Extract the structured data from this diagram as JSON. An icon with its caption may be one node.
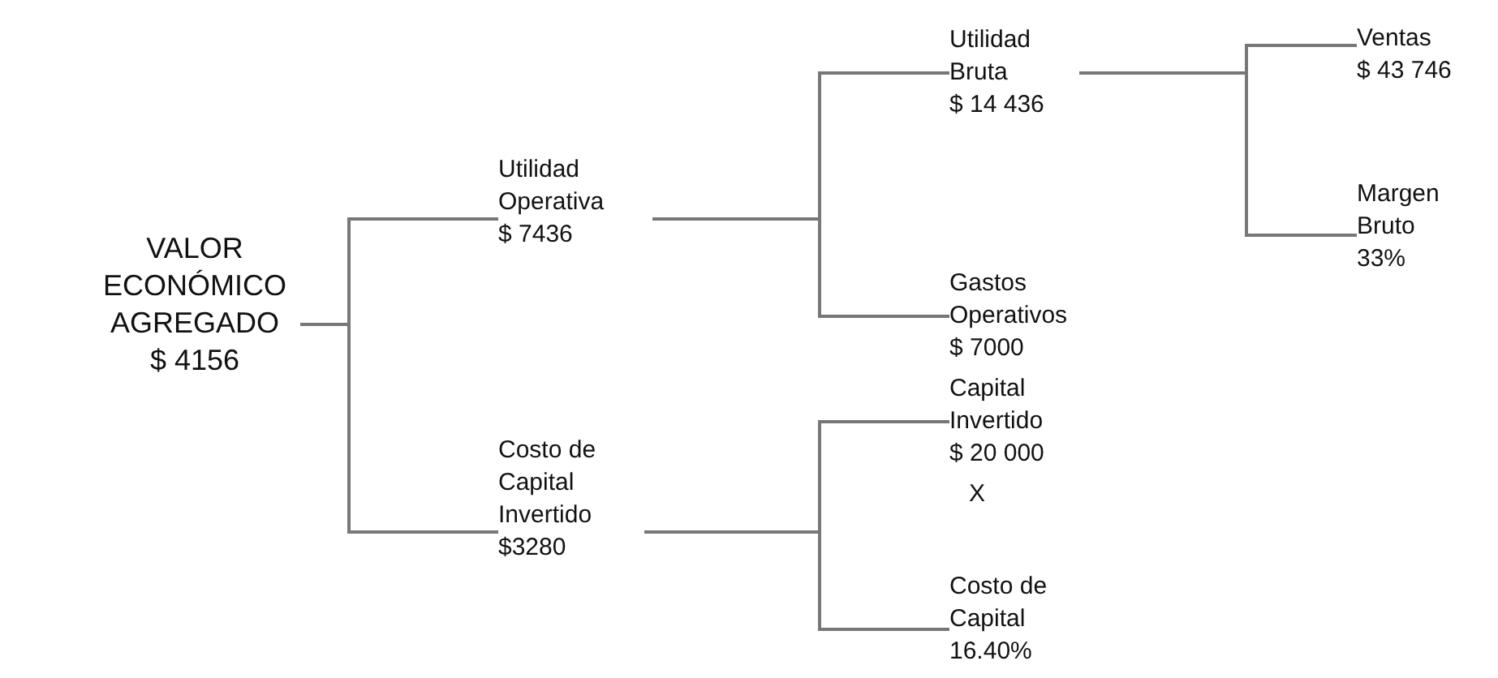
{
  "diagram": {
    "nodes": [
      {
        "text": [
          "VALOR ECONÓMICO AGREGADO",
          "$ 4156"
        ]
      },
      {
        "text": [
          "Utilidad Operativa",
          "$ 7436"
        ]
      },
      {
        "text": [
          "Costo de Capital Invertido",
          "$3280"
        ]
      },
      {
        "text": [
          "Utilidad Bruta",
          "$ 14 436"
        ]
      },
      {
        "text": [
          "Gastos Operativos",
          "$ 7000"
        ]
      },
      {
        "text": [
          "Capital Invertido",
          "$ 20 000"
        ]
      },
      {
        "text": [
          "Costo de Capital",
          "16.40%"
        ]
      },
      {
        "text": [
          "Ventas",
          "$ 43 746"
        ]
      },
      {
        "text": [
          "Margen Bruto",
          "33%"
        ]
      }
    ],
    "edges": [
      {
        "from": 0,
        "to": 1,
        "arrow": "none"
      },
      {
        "from": 0,
        "to": 2,
        "arrow": "none"
      },
      {
        "from": 1,
        "to": 3,
        "arrow": "none"
      },
      {
        "from": 1,
        "to": 4,
        "arrow": "none"
      },
      {
        "from": 2,
        "to": 5,
        "arrow": "none"
      },
      {
        "from": 2,
        "to": 6,
        "arrow": "none"
      },
      {
        "from": 3,
        "to": 7,
        "arrow": "none"
      },
      {
        "from": 3,
        "to": 8,
        "arrow": "none"
      }
    ],
    "labels": [
      "X"
    ]
  }
}
